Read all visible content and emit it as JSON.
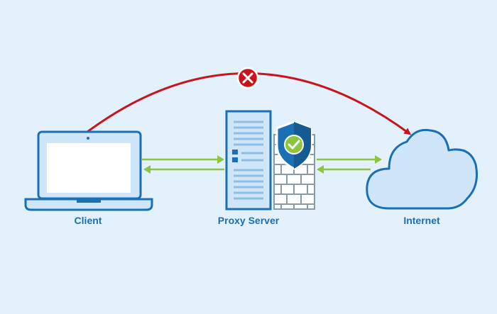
{
  "nodes": {
    "client": {
      "label": "Client"
    },
    "proxy": {
      "label": "Proxy Server"
    },
    "internet": {
      "label": "Internet"
    }
  },
  "connections": {
    "direct": {
      "status": "blocked",
      "icon": "cross-icon"
    },
    "client_proxy": {
      "direction": "bidirectional"
    },
    "proxy_internet": {
      "direction": "bidirectional"
    }
  },
  "icons": {
    "shield": "shield-check-icon",
    "firewall": "brick-wall-icon"
  },
  "colors": {
    "background": "#e3f1fc",
    "outline": "#1a6fb5",
    "fill_light": "#cfe6fa",
    "blocked": "#c9141d",
    "allowed": "#8cc63f",
    "check": "#8cc63f"
  }
}
